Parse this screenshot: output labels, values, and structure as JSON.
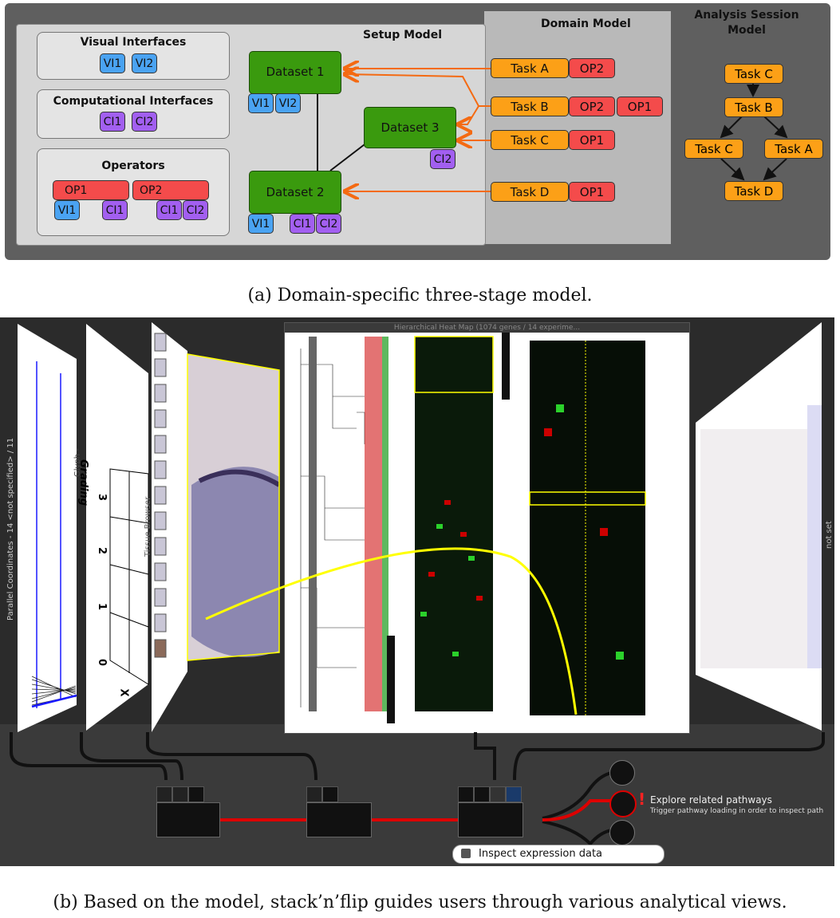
{
  "panel_a": {
    "setup_model": "Setup Model",
    "domain_model": "Domain Model",
    "session_model": "Analysis Session Model",
    "visual_interfaces": {
      "title": "Visual Interfaces",
      "chips": [
        "VI1",
        "VI2"
      ]
    },
    "computational_interfaces": {
      "title": "Computational Interfaces",
      "chips": [
        "CI1",
        "CI2"
      ]
    },
    "operators": {
      "title": "Operators",
      "op1": "OP1",
      "op2": "OP2",
      "op1_vi": "VI1",
      "op1_ci": "CI1",
      "op2_ci1": "CI1",
      "op2_ci2": "CI2"
    },
    "datasets": {
      "d1": {
        "label": "Dataset 1",
        "chips": [
          "VI1",
          "VI2"
        ]
      },
      "d2": {
        "label": "Dataset 2",
        "chips": [
          "VI1",
          "CI1",
          "CI2"
        ]
      },
      "d3": {
        "label": "Dataset 3",
        "chips": [
          "CI2"
        ]
      }
    },
    "tasks": [
      {
        "task": "Task A",
        "ops": [
          "OP2"
        ]
      },
      {
        "task": "Task B",
        "ops": [
          "OP2",
          "OP1"
        ]
      },
      {
        "task": "Task C",
        "ops": [
          "OP1"
        ]
      },
      {
        "task": "Task D",
        "ops": [
          "OP1"
        ]
      }
    ],
    "session": {
      "n1": "Task C",
      "n2": "Task B",
      "n3": "Task C",
      "n4": "Task A",
      "n5": "Task D"
    },
    "colors": {
      "dataset": "#3a9a0e",
      "task": "#fca017",
      "operator": "#f44b4b",
      "vi": "#4aa3f2",
      "ci": "#a25ff0",
      "arrow": "#f46a12"
    }
  },
  "caption_a": "(a) Domain-specific three-stage model.",
  "panel_b": {
    "parallel_label": "Parallel Coordinates - 14 <not specified> / 11",
    "glyph_label": "Glyph -",
    "grading_title": "Grading",
    "grading_values": [
      "3",
      "2",
      "1",
      "0"
    ],
    "grading_x": "X",
    "tissue_label": "Tissue Browser",
    "heatmap_title": "Hierarchical Heat Map (1074 genes / 14 experime...",
    "right_label": "not set",
    "explore_title": "Explore related pathways",
    "explore_sub": "Trigger pathway loading in order to inspect path",
    "inspect_label": "Inspect expression data"
  },
  "caption_b": "(b) Based on the model, stack’n’flip guides users through various analytical views."
}
